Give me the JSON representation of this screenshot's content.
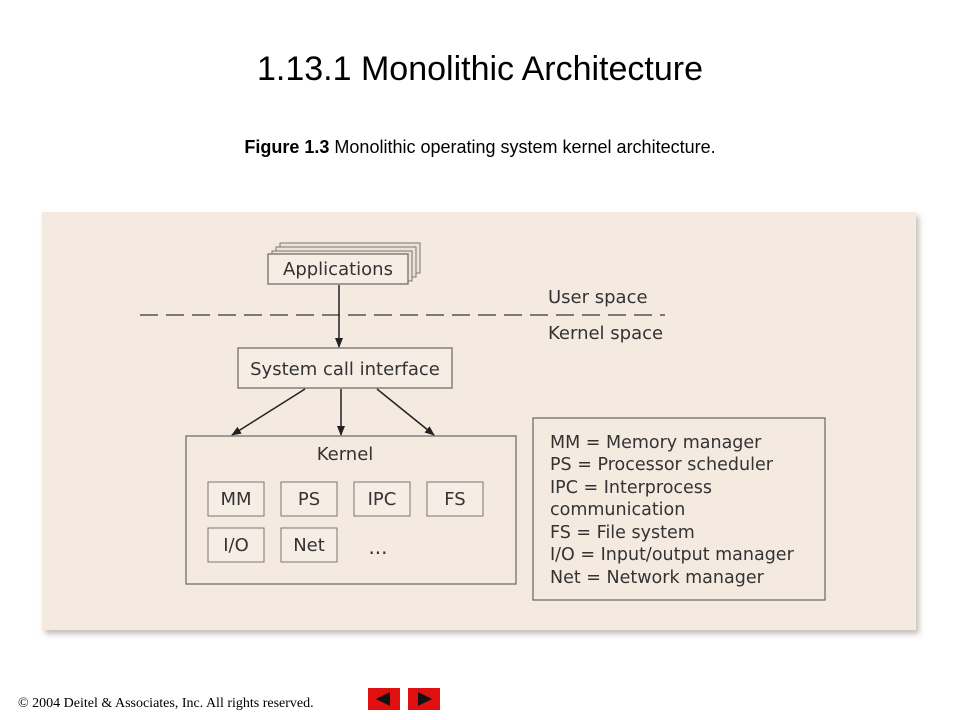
{
  "slide": {
    "title": "1.13.1 Monolithic Architecture",
    "caption_bold": "Figure 1.3",
    "caption_text": " Monolithic operating system kernel architecture."
  },
  "diagram": {
    "applications": "Applications",
    "user_space": "User space",
    "kernel_space": "Kernel space",
    "syscall": "System call interface",
    "kernel": "Kernel",
    "modules": {
      "mm": "MM",
      "ps": "PS",
      "ipc": "IPC",
      "fs": "FS",
      "io": "I/O",
      "net": "Net",
      "more": "..."
    },
    "legend": [
      "MM = Memory manager",
      "PS = Processor scheduler",
      "IPC = Interprocess",
      "communication",
      "FS = File system",
      "I/O = Input/output manager",
      "Net = Network manager"
    ]
  },
  "footer": {
    "copyright": "© 2004 Deitel & Associates, Inc.  All rights reserved."
  },
  "colors": {
    "panel": "#f4eae0",
    "line": "#444444",
    "nav": "#e01010"
  }
}
